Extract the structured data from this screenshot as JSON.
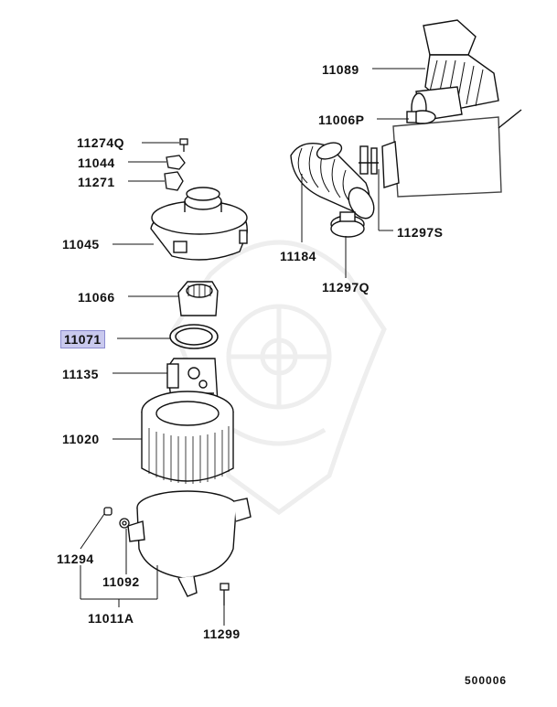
{
  "diagram": {
    "part_labels": {
      "p11089": "11089",
      "p11006p": "11006P",
      "p11274q": "11274Q",
      "p11044": "11044",
      "p11271": "11271",
      "p11045": "11045",
      "p11184": "11184",
      "p11297s": "11297S",
      "p11297q": "11297Q",
      "p11066": "11066",
      "p11071": "11071",
      "p11135": "11135",
      "p11020": "11020",
      "p11294": "11294",
      "p11092": "11092",
      "p11011a": "11011A",
      "p11299": "11299"
    },
    "highlighted_part": "11071",
    "highlight_color": "#c9c9ee",
    "diagram_code": "500006",
    "watermark": "samurai-crest"
  }
}
